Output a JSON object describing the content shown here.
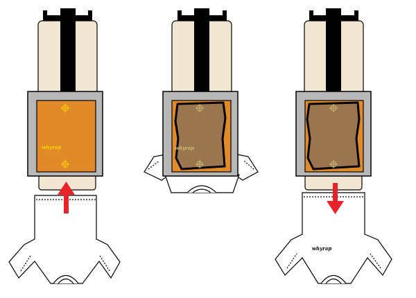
{
  "panels": [
    {
      "step": "load",
      "arrow": "up",
      "logo_color": "#ffd700",
      "print_stage": "blank-platen"
    },
    {
      "step": "print",
      "arrow": "none",
      "logo_color": "#c8c070",
      "print_stage": "ink-applied"
    },
    {
      "step": "unload",
      "arrow": "down",
      "logo_color": "#000000",
      "print_stage": "printed"
    }
  ],
  "logo": {
    "text": "whyrap"
  },
  "colors": {
    "background": "#ffffff",
    "press_body": "#f0e6d2",
    "spindle": "#000000",
    "frame": "#b8b8b8",
    "platen": "#e08a2a",
    "ink": "#9a7550",
    "arrow": "#e8232a",
    "shirt": "#ffffff",
    "crosshair": "#ffd700"
  }
}
